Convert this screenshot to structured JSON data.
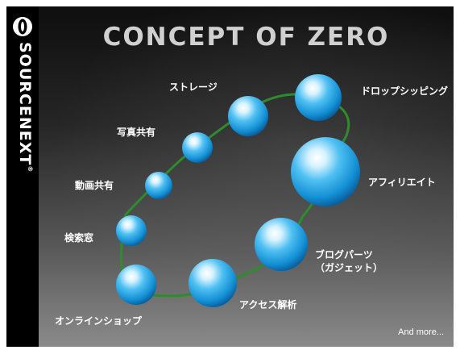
{
  "slide": {
    "title": "CONCEPT OF ZERO",
    "brand": "SOURCENEXT",
    "brand_mark": "®",
    "footer": "And more...",
    "colors": {
      "background_dark": "#0e0e0e",
      "background_light": "#8a8a8a",
      "sphere": "#1a9fe0",
      "connector": "#2e8b2e",
      "title": "#d0d0d0"
    },
    "labels": {
      "dropshipping": "ドロップシッピング",
      "storage": "ストレージ",
      "photo_share": "写真共有",
      "video_share": "動画共有",
      "search_box": "検索窓",
      "online_shop": "オンラインショップ",
      "access_analysis": "アクセス解析",
      "blog_parts_line1": "ブログパーツ",
      "blog_parts_line2": "（ガジェット）",
      "affiliate": "アフィリエイト"
    }
  }
}
